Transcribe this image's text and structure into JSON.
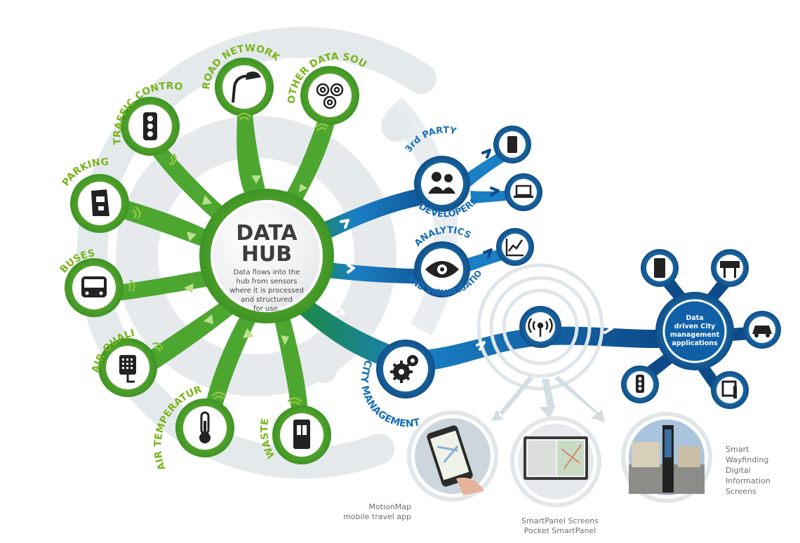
{
  "hub": {
    "title_line1": "DATA",
    "title_line2": "HUB",
    "desc": [
      "Data flows into the",
      "hub from sensors",
      "where it is processed",
      "and structured",
      "for use."
    ]
  },
  "sources": {
    "road_network": "ROAD NETWORK",
    "other_data_sources": "OTHER DATA SOURCES",
    "traffic_control": "TRAFFIC CONTROL",
    "parking": "PARKING",
    "buses": "BUSES",
    "air_quality": "AIR QUALITY",
    "air_temperature": "AIR TEMPERATURE",
    "waste": "WASTE"
  },
  "outputs": {
    "third_party_top": "3rd PARTY",
    "third_party_bottom": "DEVELOPERS",
    "analytics_top": "ANALYTICS",
    "analytics_bottom": "AND VISUALISATION",
    "city_management": "CITY MANAGEMENT"
  },
  "city_apps": [
    "Data",
    "driven City",
    "management",
    "applications"
  ],
  "screens": {
    "motionmap": [
      "MotionMap",
      "mobile travel app"
    ],
    "smartpanel": [
      "SmartPanel Screens",
      "Pocket SmartPanel"
    ],
    "wayfinding": [
      "Smart",
      "Wayfinding",
      "Digital",
      "Information",
      "Screens"
    ]
  },
  "colors": {
    "green_dark": "#2e8b1f",
    "green_light": "#8cc63f",
    "label_green": "#7ab51d",
    "blue_dark": "#0d4a8a",
    "blue_light": "#2a9fd8",
    "ring_grey": "#dde3e6"
  }
}
